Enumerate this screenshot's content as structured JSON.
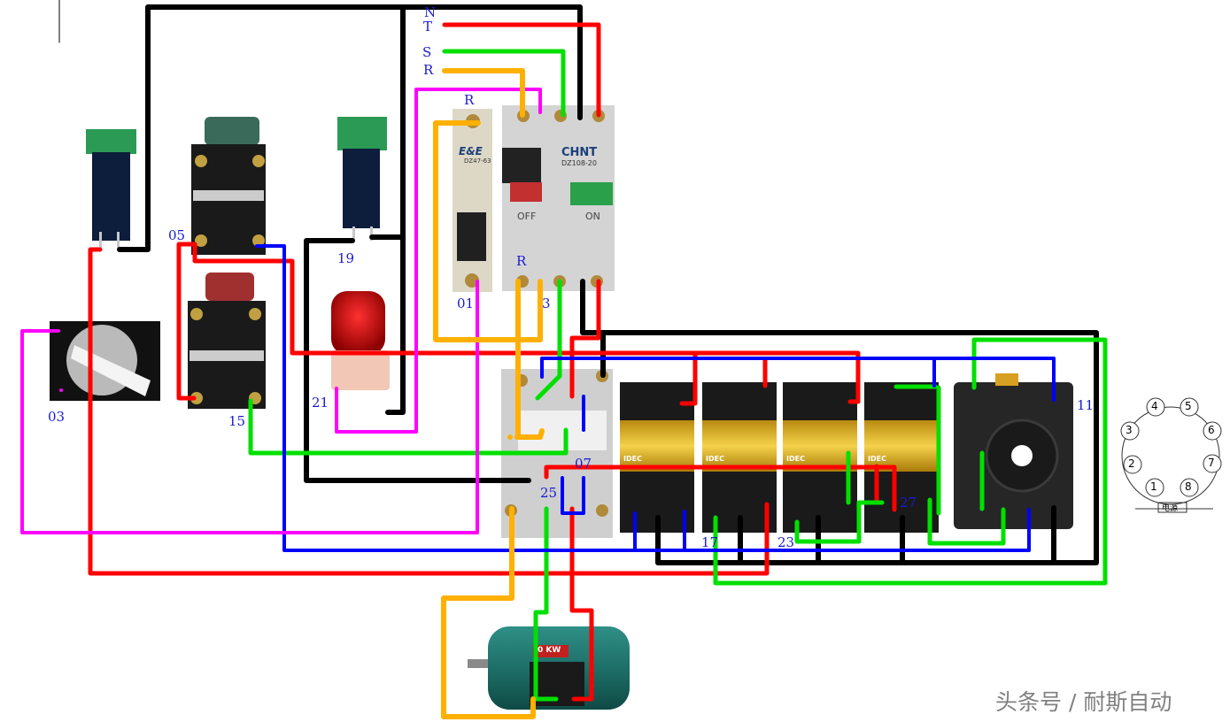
{
  "phases": {
    "n": "N",
    "t": "T",
    "s": "S",
    "r": "R"
  },
  "terminals": {
    "fuse_r": "R",
    "breaker_r": "R",
    "t01": "01",
    "t03_breaker": "3",
    "t03": "03",
    "t05": "05",
    "t07": "07",
    "t11": "11",
    "t15": "15",
    "t17": "17",
    "t19": "19",
    "t21": "21",
    "t23": "23",
    "t25": "25",
    "t27": "27"
  },
  "devices": {
    "fuse_brand": "E&E",
    "fuse_model": "DZ47-63",
    "breaker_brand": "CHNT",
    "breaker_model": "DZ108-20",
    "breaker_off": "OFF",
    "breaker_on": "ON",
    "relay_brand": "IDEC",
    "motor_rating": "0 KW"
  },
  "pin_diagram": {
    "pins": [
      "4",
      "5",
      "3",
      "6",
      "2",
      "7",
      "1",
      "8"
    ],
    "caption": "电源"
  },
  "watermark": "头条号 / 耐斯自动",
  "colors": {
    "black_wire": "#000000",
    "red_wire": "#ff0000",
    "green_wire": "#00e000",
    "blue_wire": "#0000ff",
    "magenta_wire": "#ff00ff",
    "orange_wire": "#ffb000",
    "label": "#1b1bd0"
  }
}
